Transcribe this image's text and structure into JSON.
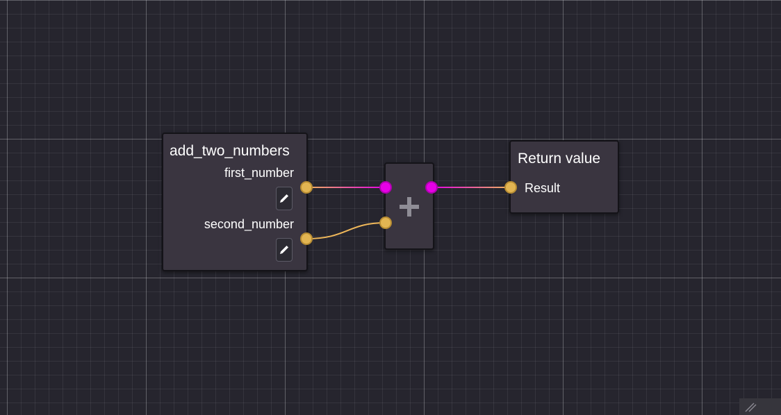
{
  "graph": {
    "function_node": {
      "title": "add_two_numbers",
      "params": [
        {
          "label": "first_number",
          "edit_icon": "pencil-icon"
        },
        {
          "label": "second_number",
          "edit_icon": "pencil-icon"
        }
      ]
    },
    "operator_node": {
      "icon": "plus-icon"
    },
    "return_node": {
      "title": "Return value",
      "input_label": "Result"
    }
  },
  "colors": {
    "canvas_background": "#26252e",
    "node_background": "#3a3540",
    "number_port": "#e2b552",
    "exec_port": "#e600e6",
    "wire_number": "#f0b85a",
    "wire_exec": "#ff66cc"
  },
  "corner": {
    "icon": "resize-grip-icon"
  }
}
